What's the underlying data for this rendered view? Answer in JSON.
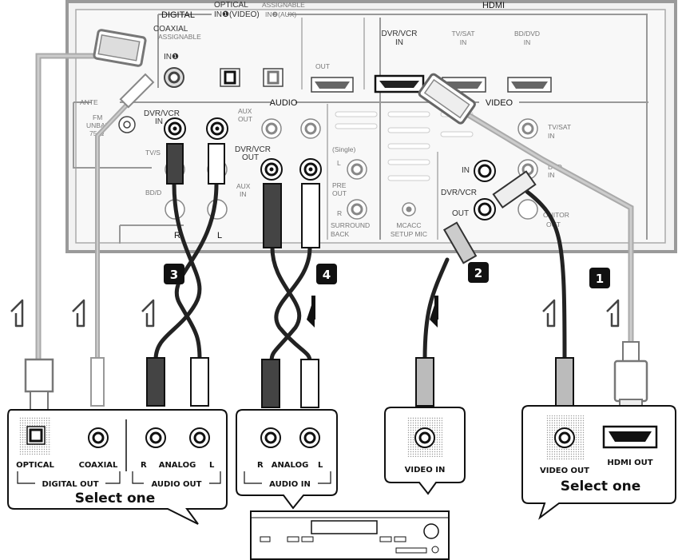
{
  "panel": {
    "digital": "DIGITAL",
    "optical": "OPTICAL",
    "in1_video": "IN❶(VIDEO)",
    "assignable": "ASSIGNABLE",
    "in2_aux": "IN❷(AUX)",
    "coaxial": "COAXIAL",
    "coax_assignable": "ASSIGNABLE",
    "in1": "IN❶",
    "hdmi": "HDMI",
    "hdmi_out": "OUT",
    "hdmi_dvr": "DVR/VCR",
    "hdmi_dvr_in": "IN",
    "hdmi_tvsat": "TV/SAT",
    "hdmi_tvsat_in": "IN",
    "hdmi_bd": "BD/DVD",
    "hdmi_bd_in": "IN",
    "antenna": "ANTE",
    "fm": "FM",
    "unbal": "UNBAL",
    "ohm": "75 Ω",
    "audio": "AUDIO",
    "video": "VIDEO",
    "dvr_vcr": "DVR/VCR",
    "in": "IN",
    "tv_s": "TV/S",
    "bd_d": "BD/D",
    "aux_out": "AUX",
    "aux_out2": "OUT",
    "dvr_vcr_out": "DVR/VCR",
    "out": "OUT",
    "aux_in": "AUX",
    "aux_in2": "IN",
    "single": "(Single)",
    "pre_l": "L",
    "pre": "PRE",
    "pre_out": "OUT",
    "pre_r": "R",
    "surround": "SURROUND",
    "back": "BACK",
    "mcacc": "MCACC",
    "setup_mic": "SETUP MIC",
    "r": "R",
    "l": "L",
    "v_tvsat": "TV/SAT",
    "v_tvsat_in": "IN",
    "v_dvd": "DVD",
    "v_dvd_in": "IN",
    "v_dvr": "DVR/VCR",
    "v_in": "IN",
    "v_out": "OUT",
    "monitor": "ONITOR",
    "monitor_out": "OUT"
  },
  "badges": [
    "1",
    "2",
    "3",
    "4"
  ],
  "boxes": {
    "left": {
      "optical": "OPTICAL",
      "coaxial": "COAXIAL",
      "r": "R",
      "analog": "ANALOG",
      "l": "L",
      "digital_out": "DIGITAL OUT",
      "audio_out": "AUDIO OUT",
      "select": "Select one"
    },
    "audio_in": {
      "r": "R",
      "analog": "ANALOG",
      "l": "L",
      "title": "AUDIO IN"
    },
    "video_in": {
      "title": "VIDEO IN"
    },
    "right": {
      "video_out": "VIDEO OUT",
      "hdmi_out": "HDMI OUT",
      "select": "Select one"
    }
  }
}
